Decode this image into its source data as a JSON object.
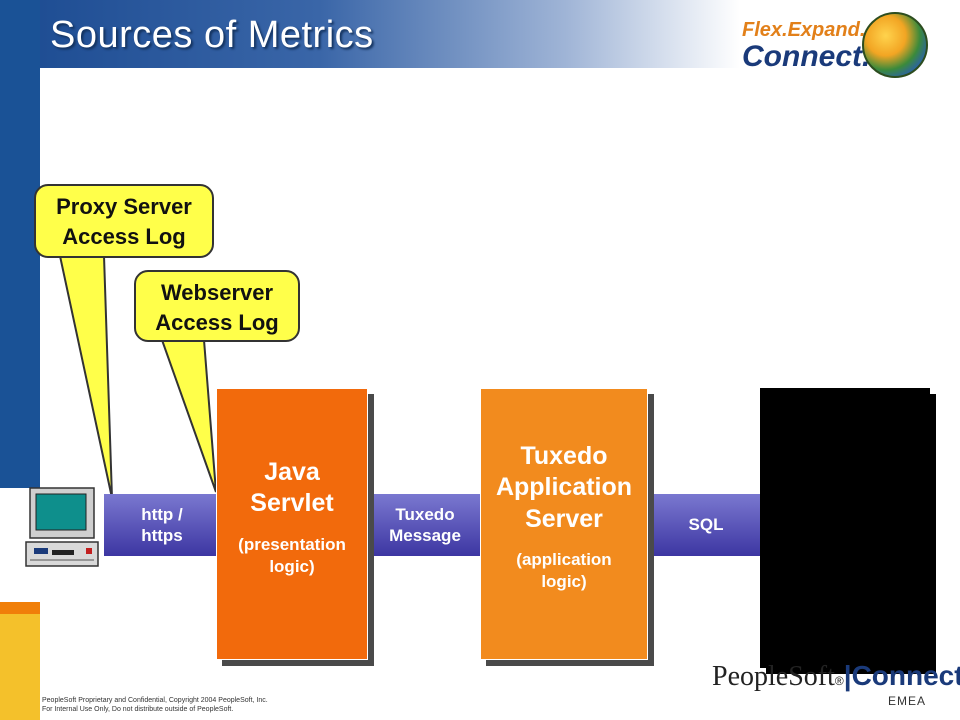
{
  "header": {
    "title": "Sources of Metrics"
  },
  "logo": {
    "line1": "Flex.Expand.",
    "line2": "Connect."
  },
  "callouts": {
    "proxy": [
      "Proxy Server",
      "Access Log"
    ],
    "webserver": [
      "Webserver",
      "Access Log"
    ]
  },
  "pipes": {
    "http": [
      "http /",
      "https"
    ],
    "tuxedo": [
      "Tuxedo",
      "Message"
    ],
    "sql": [
      "SQL"
    ]
  },
  "boxes": {
    "servlet": {
      "title": [
        "Java",
        "Servlet"
      ],
      "sub": [
        "(presentation",
        "logic)"
      ]
    },
    "appserver": {
      "title": [
        "Tuxedo",
        "Application",
        "Server"
      ],
      "sub": [
        "(application",
        "logic)"
      ]
    }
  },
  "footer": {
    "line1": "PeopleSoft Proprietary and Confidential,  Copyright 2004 PeopleSoft,  Inc.",
    "line2": "For Internal Use Only, Do not distribute outside of PeopleSoft."
  },
  "brand": {
    "word": "PeopleSoft",
    "mark": "®",
    "sep": "|",
    "connect": "Connect",
    "region": "EMEA"
  },
  "colors": {
    "accent_blue": "#1a5296",
    "pipe": "#3d36a2",
    "servlet": "#f26a0c",
    "appserver": "#f28b1e",
    "callout": "#ffff4a"
  },
  "icons": {
    "computer": "desktop-computer-icon",
    "ball": "rubber-band-ball-icon"
  }
}
